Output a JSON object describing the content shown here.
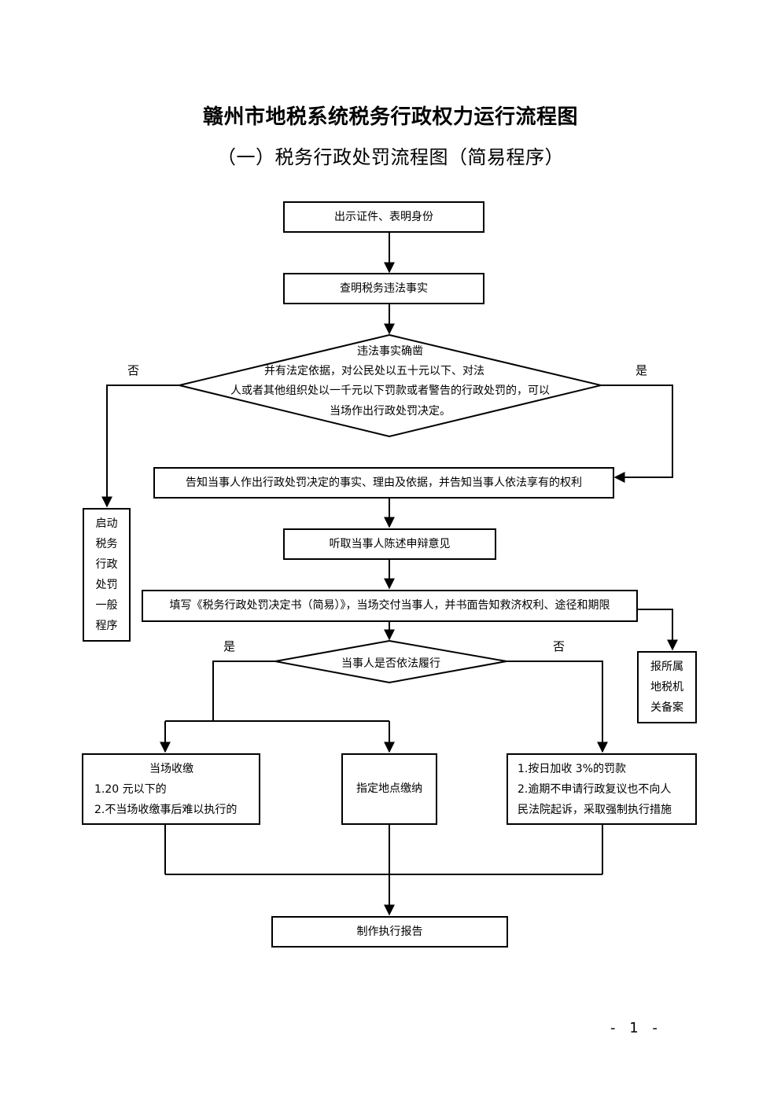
{
  "title": "赣州市地税系统税务行政权力运行流程图",
  "subtitle": "（一）税务行政处罚流程图（简易程序）",
  "nodes": {
    "show_id": "出示证件、表明身份",
    "investigate": "查明税务违法事实",
    "decision1": {
      "line1": "违法事实确凿",
      "line2": "并有法定依据，对公民处以五十元以下、对法",
      "line3": "人或者其他组织处以一千元以下罚款或者警告的行政处罚的，可以",
      "line4": "当场作出行政处罚决定。"
    },
    "inform": "告知当事人作出行政处罚决定的事实、理由及依据，并告知当事人依法享有的权利",
    "general_procedure": [
      "启动",
      "税务",
      "行政",
      "处罚",
      "一般",
      "程序"
    ],
    "hear": "听取当事人陈述申辩意见",
    "fill_form": "填写《税务行政处罚决定书（简易）》，当场交付当事人，并书面告知救济权利、途径和期限",
    "file_record": [
      "报所属",
      "地税机",
      "关备案"
    ],
    "decision2": "当事人是否依法履行",
    "onsite": {
      "heading": "当场收缴",
      "item1": "1.20 元以下的",
      "item2": "2.不当场收缴事后难以执行的"
    },
    "designated": "指定地点缴纳",
    "penalty": {
      "item1": "1.按日加收 3%的罚款",
      "item2a": "2.逾期不申请行政复议也不向人",
      "item2b": "民法院起诉，采取强制执行措施"
    },
    "report": "制作执行报告"
  },
  "labels": {
    "d1_no": "否",
    "d1_yes": "是",
    "d2_yes": "是",
    "d2_no": "否"
  },
  "page_number": "- 1 -"
}
